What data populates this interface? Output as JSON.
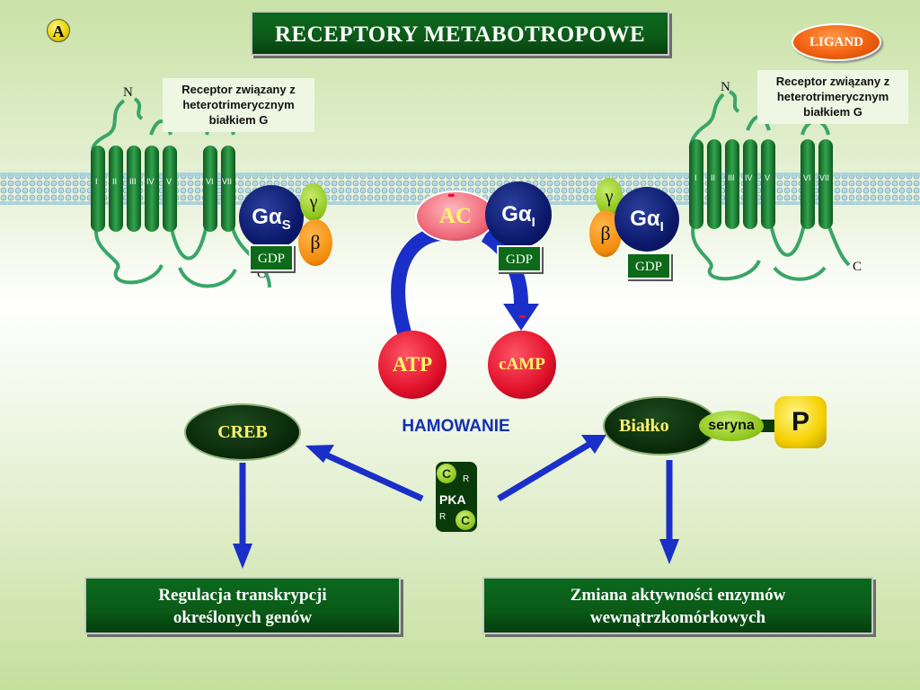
{
  "title": "RECEPTORY  METABOTROPOWE",
  "panel_label": "A",
  "ligand": "LIGAND",
  "receptor_left": {
    "note": "Receptor związany z heterotrimerycznym białkiem G",
    "n_terminus": "N",
    "c_terminus": "C",
    "helices": [
      "I",
      "II",
      "III",
      "IV",
      "V",
      "VI",
      "VII"
    ]
  },
  "receptor_right": {
    "note": "Receptor związany z heterotrimerycznym białkiem G",
    "n_terminus": "N",
    "c_terminus": "C",
    "helices": [
      "I",
      "II",
      "III",
      "IV",
      "V",
      "VI",
      "VII"
    ]
  },
  "gs_complex": {
    "alpha": "Gα",
    "alpha_sub": "S",
    "gamma": "γ",
    "beta": "β",
    "gdp": "GDP"
  },
  "gi_center": {
    "alpha": "Gα",
    "alpha_sub": "I",
    "gdp": "GDP"
  },
  "gi_right": {
    "alpha": "Gα",
    "alpha_sub": "I",
    "gamma": "γ",
    "beta": "β",
    "gdp": "GDP"
  },
  "ac": {
    "label": "AC",
    "sign": "-"
  },
  "atp": "ATP",
  "camp": {
    "label": "cAMP",
    "sign": "-"
  },
  "inhibition": "HAMOWANIE",
  "pka": {
    "label": "PKA",
    "c_top": "C",
    "r_top": "R",
    "r_bottom": "R",
    "c_bottom": "C"
  },
  "creb": "CREB",
  "protein": {
    "label": "Białko",
    "serine": "seryna",
    "phosphate": "P"
  },
  "result_left": {
    "line1": "Regulacja transkrypcji",
    "line2": "określonych genów"
  },
  "result_right": {
    "line1": "Zmiana aktywności enzymów",
    "line2": "wewnątrzkomórkowych"
  },
  "colors": {
    "membrane": "#7fb7c8",
    "helix": "#1a8a3a",
    "title_box": "#0a6a1d",
    "arrow": "#1a2fc8",
    "ac": "#f06a7a"
  }
}
